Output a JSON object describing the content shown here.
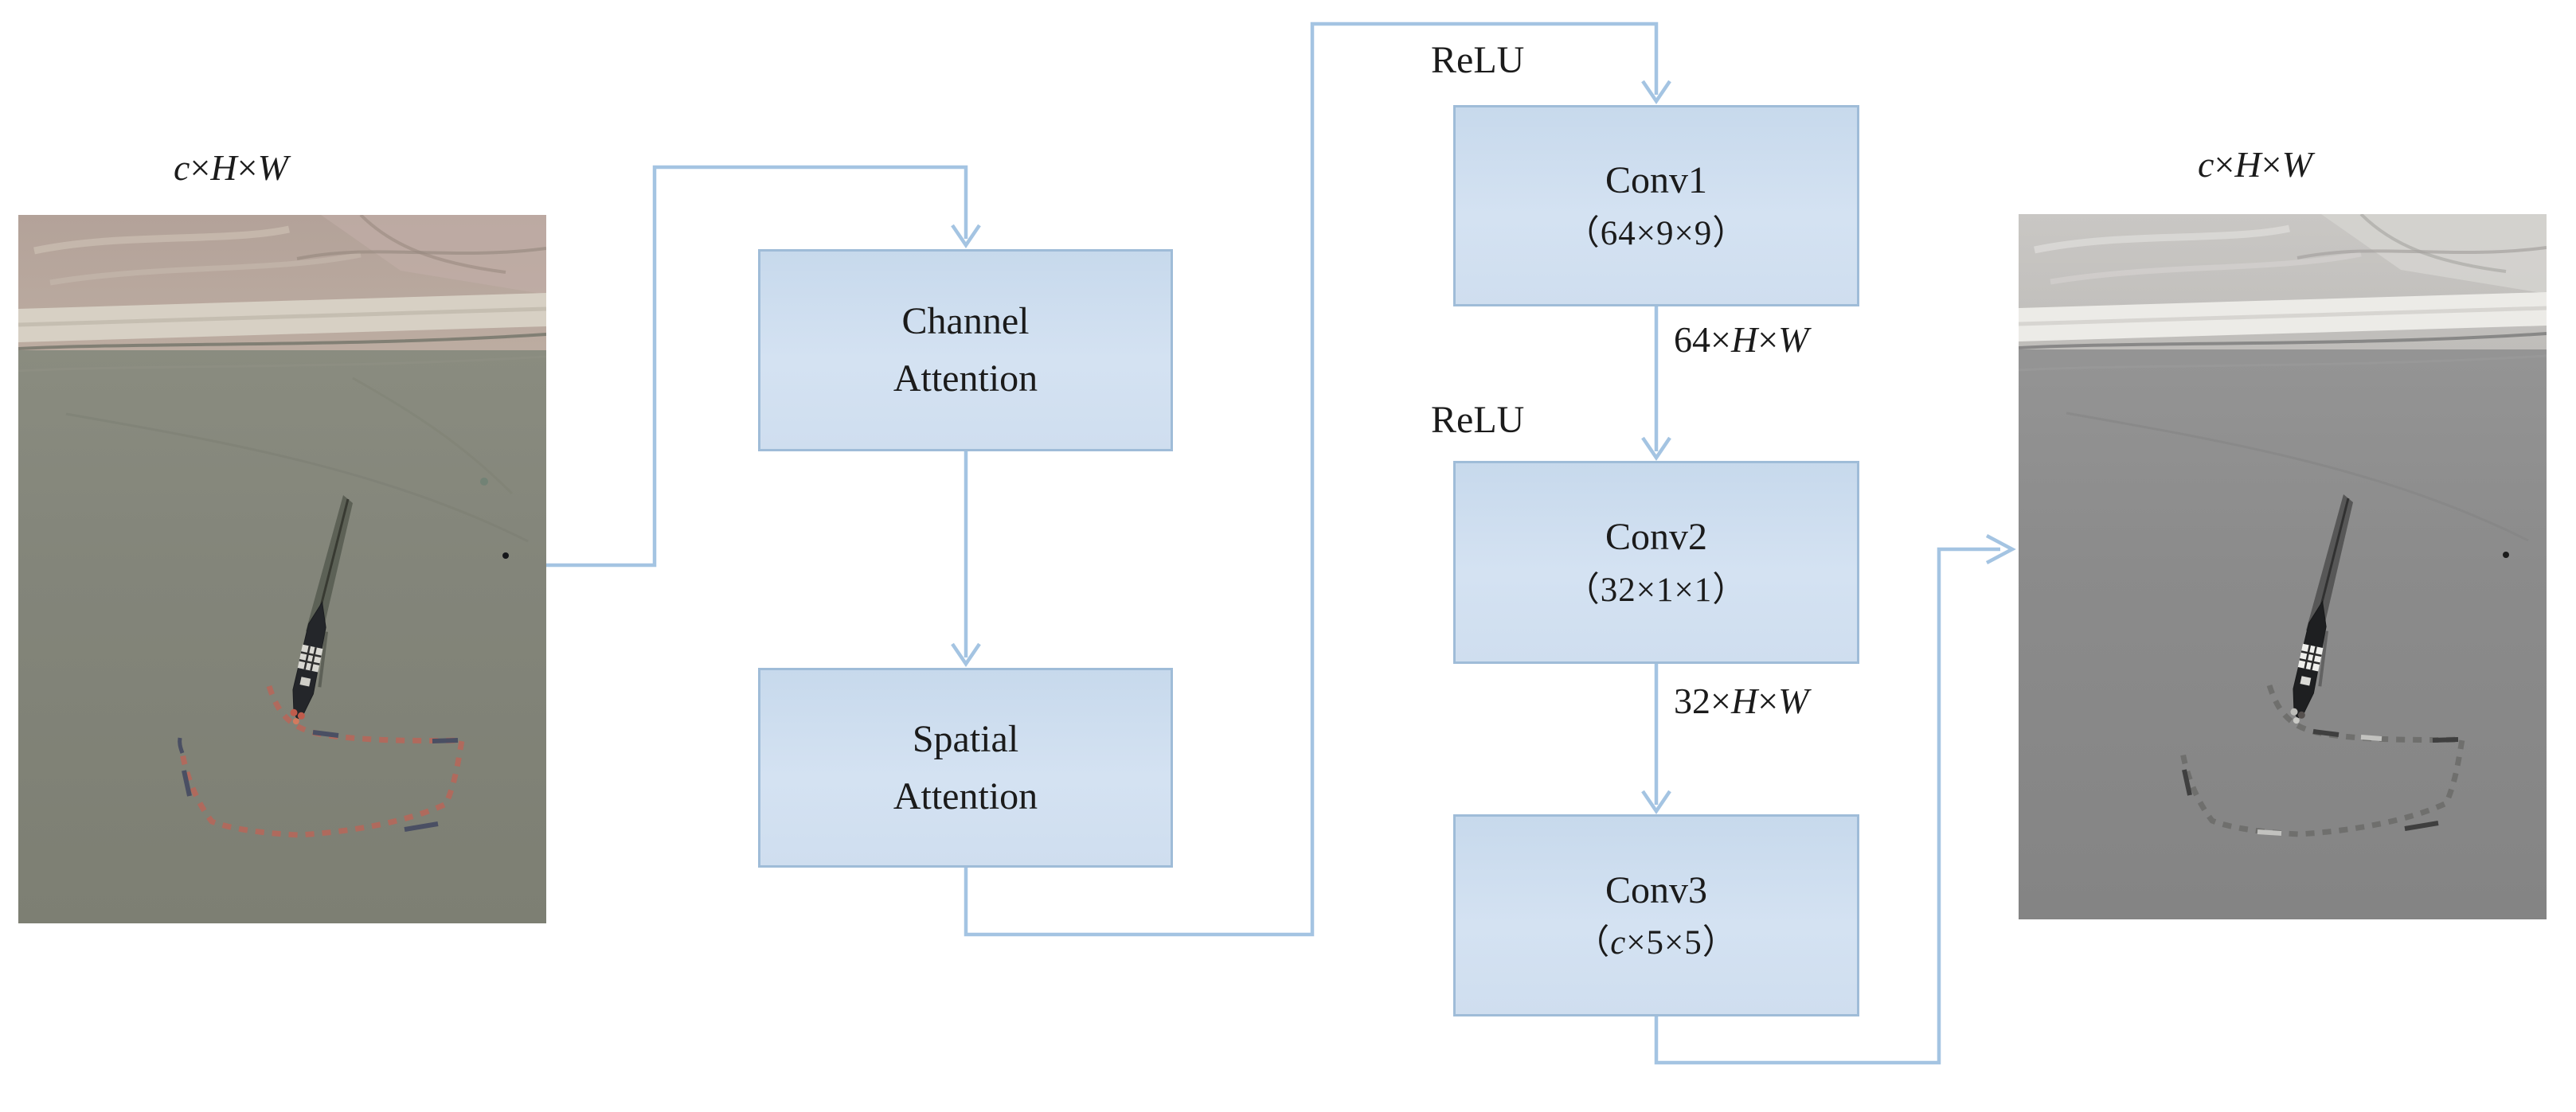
{
  "figure": {
    "description_role": "attention + convolution despeckling network diagram",
    "colors": {
      "wire": "#a4c4e2",
      "box_border": "#9fbcd8",
      "box_fill_top": "#c7d9ec",
      "box_fill_bottom": "#cfdeef",
      "text": "#1b1b1b",
      "water_left": "#84857a",
      "shore_left": "#b7a99f",
      "buoy_red": "#b2685c",
      "water_right": "#8d8d8d",
      "shore_right": "#c6c3c0"
    }
  },
  "labels": {
    "input_dim": [
      {
        "t": "c",
        "i": true
      },
      {
        "t": "×"
      },
      {
        "t": "H",
        "i": true
      },
      {
        "t": "×"
      },
      {
        "t": "W",
        "i": true
      }
    ],
    "output_dim": [
      {
        "t": "c",
        "i": true
      },
      {
        "t": "×"
      },
      {
        "t": "H",
        "i": true
      },
      {
        "t": "×"
      },
      {
        "t": "W",
        "i": true
      }
    ],
    "relu1": "ReLU",
    "relu2": "ReLU",
    "conv1_out": [
      {
        "t": "64×"
      },
      {
        "t": "H",
        "i": true
      },
      {
        "t": "×"
      },
      {
        "t": "W",
        "i": true
      }
    ],
    "conv2_out": [
      {
        "t": "32×"
      },
      {
        "t": "H",
        "i": true
      },
      {
        "t": "×"
      },
      {
        "t": "W",
        "i": true
      }
    ]
  },
  "boxes": {
    "channel": {
      "line1": "Channel",
      "line2": "Attention"
    },
    "spatial": {
      "line1": "Spatial",
      "line2": "Attention"
    },
    "conv1": {
      "name": "Conv1",
      "dims": [
        {
          "t": "（64×9×9）"
        }
      ]
    },
    "conv2": {
      "name": "Conv2",
      "dims": [
        {
          "t": "（32×1×1）"
        }
      ]
    },
    "conv3": {
      "name": "Conv3",
      "dims": [
        {
          "t": "（"
        },
        {
          "t": "c",
          "i": true
        },
        {
          "t": "×5×5）"
        }
      ]
    }
  },
  "flow": [
    {
      "from": "input-image",
      "to": "channel-attention"
    },
    {
      "from": "channel-attention",
      "to": "spatial-attention"
    },
    {
      "from": "spatial-attention",
      "to": "conv1",
      "via_label": "ReLU"
    },
    {
      "from": "conv1",
      "to": "conv2",
      "edge_label": "64×H×W",
      "via_label": "ReLU"
    },
    {
      "from": "conv2",
      "to": "conv3",
      "edge_label": "32×H×W"
    },
    {
      "from": "conv3",
      "to": "output-image"
    }
  ]
}
